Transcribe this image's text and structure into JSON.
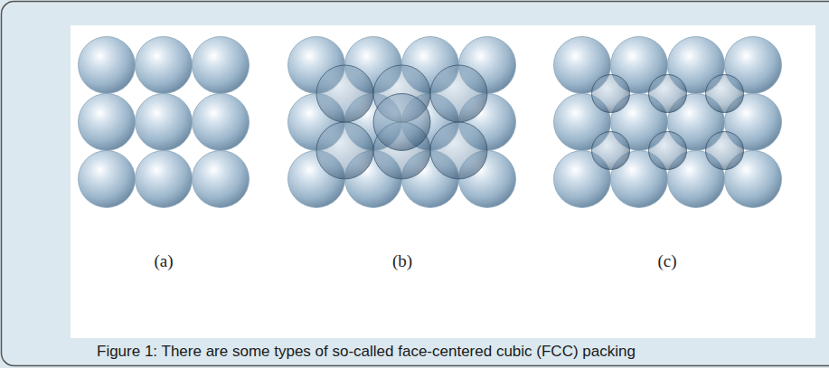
{
  "diagram": {
    "caption": "Figure 1: There are some types of so-called face-centered cubic (FCC) packing",
    "labels": [
      "(a)",
      "(b)",
      "(c)"
    ]
  }
}
